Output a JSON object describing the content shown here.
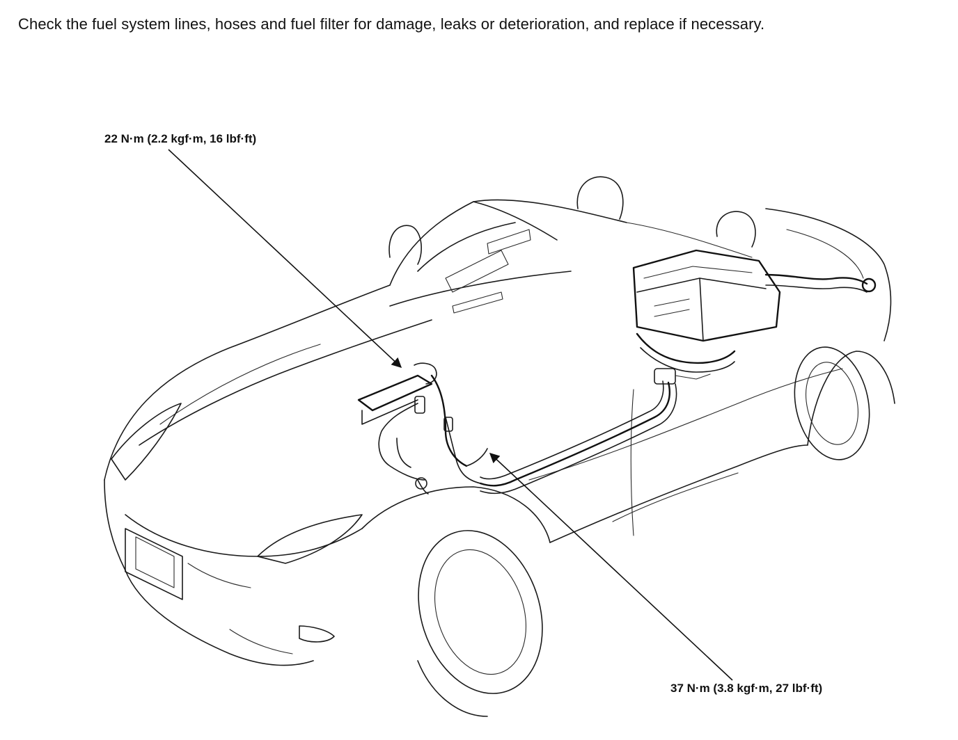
{
  "instruction": "Check the fuel system lines, hoses and fuel filter for damage, leaks or deterioration, and replace if necessary.",
  "callouts": {
    "fuel_rail_torque": "22 N·m (2.2 kgf·m, 16 lbf·ft)",
    "fuel_line_fitting_torque": "37 N·m (3.8 kgf·m, 27 lbf·ft)"
  }
}
